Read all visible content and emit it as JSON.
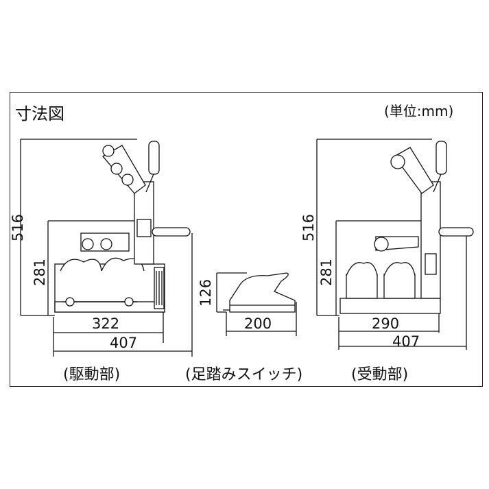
{
  "title": "寸法図",
  "unit": "(単位:mm)",
  "drive": {
    "caption": "(駆動部)",
    "height_total": "516",
    "height_body": "281",
    "width_inner": "322",
    "width_outer": "407"
  },
  "switch": {
    "caption": "(足踏みスイッチ)",
    "height": "126",
    "width": "200"
  },
  "receiver": {
    "caption": "(受動部)",
    "height_total": "516",
    "height_body": "281",
    "width_inner": "290",
    "width_outer": "407"
  }
}
